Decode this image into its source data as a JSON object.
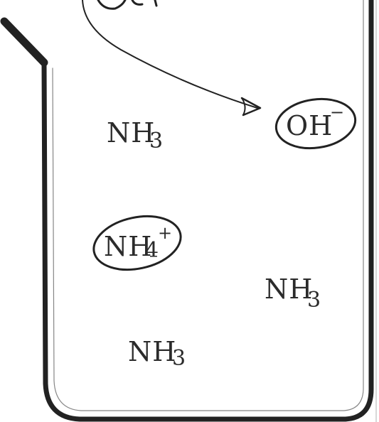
{
  "labels": {
    "top_partial": "OH⁻ →",
    "ammonia": "NH",
    "ammonia_sub": "3",
    "hydroxide": "OH",
    "hydroxide_sup": "−",
    "ammonium": "NH",
    "ammonium_sub": "4",
    "ammonium_sup": "+"
  },
  "colors": {
    "ink": "#222222",
    "paper": "#ffffff"
  }
}
